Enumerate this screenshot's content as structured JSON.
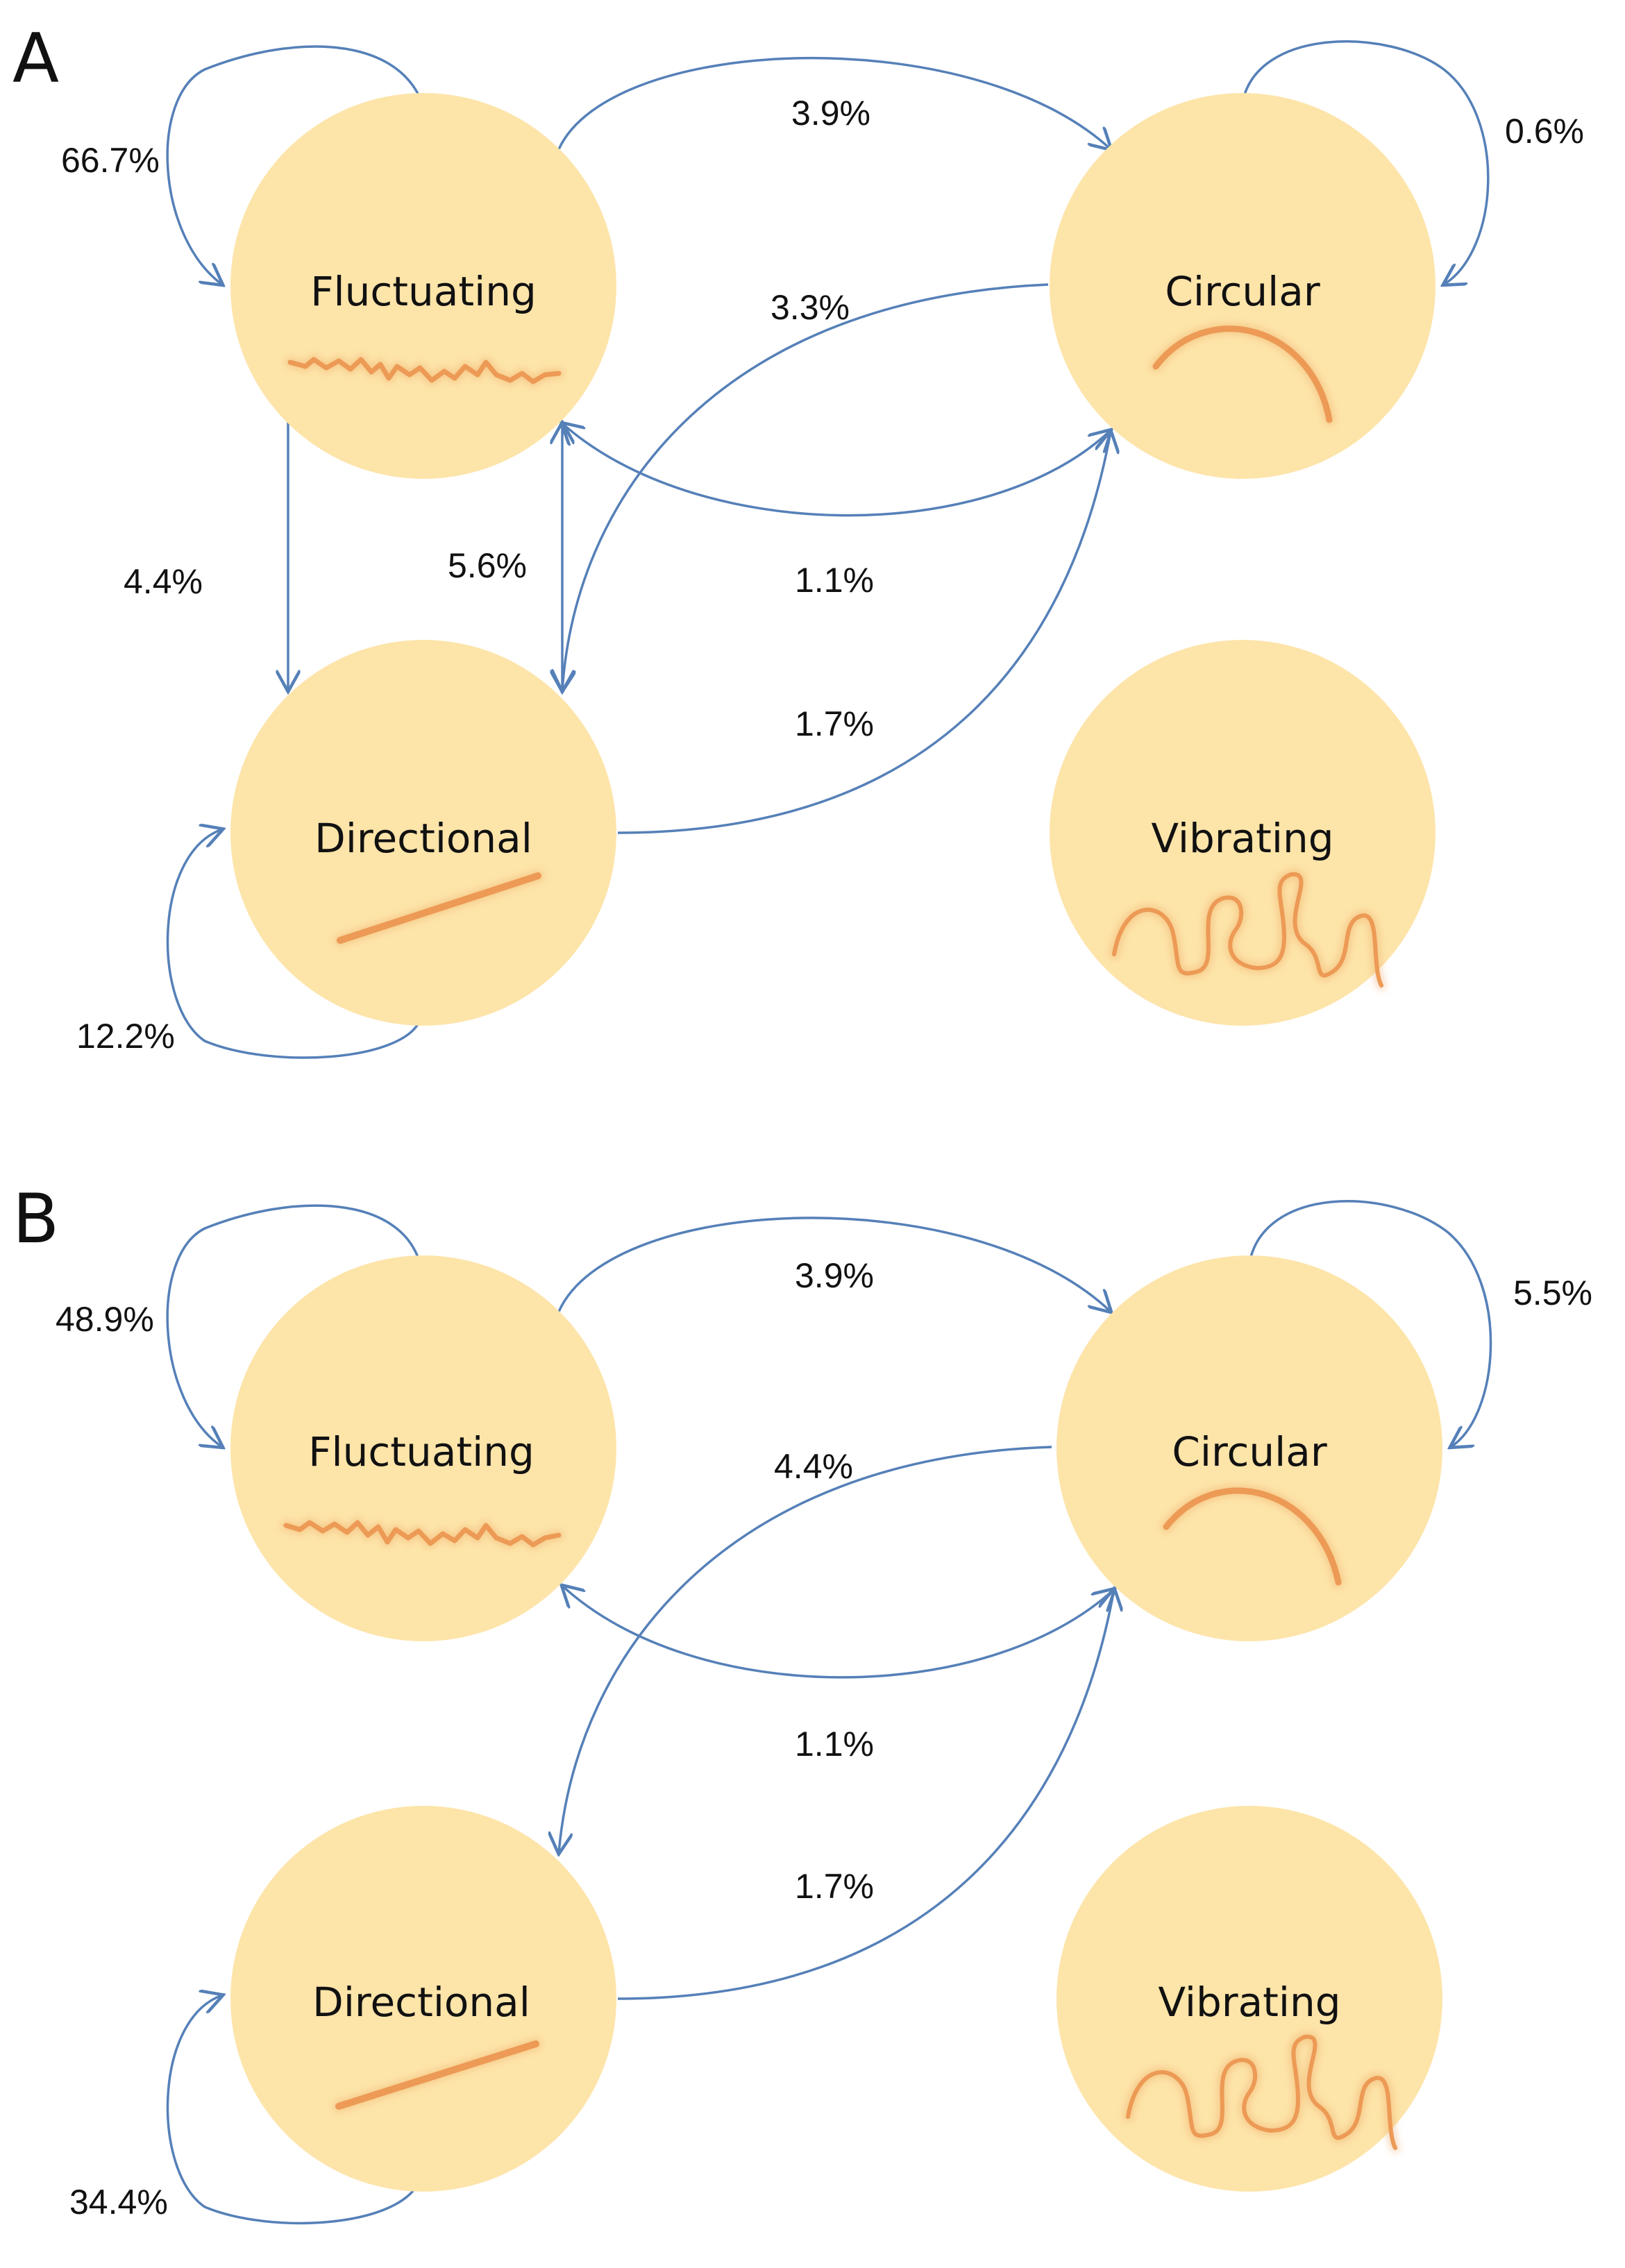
{
  "colors": {
    "node_fill": "#fde4a9",
    "arrow": "#5580b8",
    "glyph": "#ec9a55",
    "text": "#111111"
  },
  "panels": [
    {
      "label": "A",
      "states": {
        "fluctuating": "Fluctuating",
        "circular": "Circular",
        "directional": "Directional",
        "vibrating": "Vibrating"
      },
      "transitions": {
        "fluct_self": "66.7%",
        "fluct_to_circ": "3.9%",
        "circ_self": "0.6%",
        "circ_to_dir": "3.3%",
        "fluct_to_dir": "4.4%",
        "fluct_dir_bidir": "5.6%",
        "fluct_circ_bidir": "1.1%",
        "dir_to_circ": "1.7%",
        "dir_self": "12.2%"
      }
    },
    {
      "label": "B",
      "states": {
        "fluctuating": "Fluctuating",
        "circular": "Circular",
        "directional": "Directional",
        "vibrating": "Vibrating"
      },
      "transitions": {
        "fluct_self": "48.9%",
        "fluct_to_circ": "3.9%",
        "circ_self": "5.5%",
        "circ_to_dir": "4.4%",
        "fluct_circ_bidir": "1.1%",
        "dir_to_circ": "1.7%",
        "dir_self": "34.4%"
      }
    }
  ]
}
